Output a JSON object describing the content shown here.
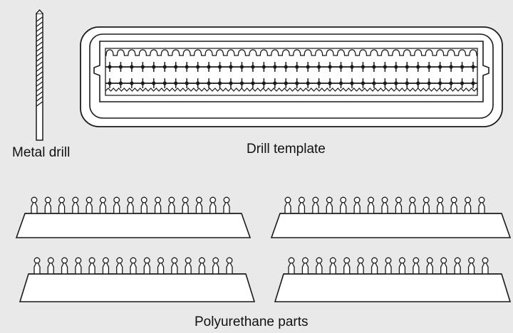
{
  "labels": {
    "metal_drill": "Metal drill",
    "drill_template": "Drill template",
    "polyurethane_parts": "Polyurethane parts"
  },
  "colors": {
    "background": "#e9e9e9",
    "stroke": "#1a1a1a",
    "fill": "#ffffff"
  },
  "template": {
    "rows": 2,
    "holes_per_row": 34
  },
  "parts": {
    "count": 4,
    "pins_per_part": 15
  }
}
